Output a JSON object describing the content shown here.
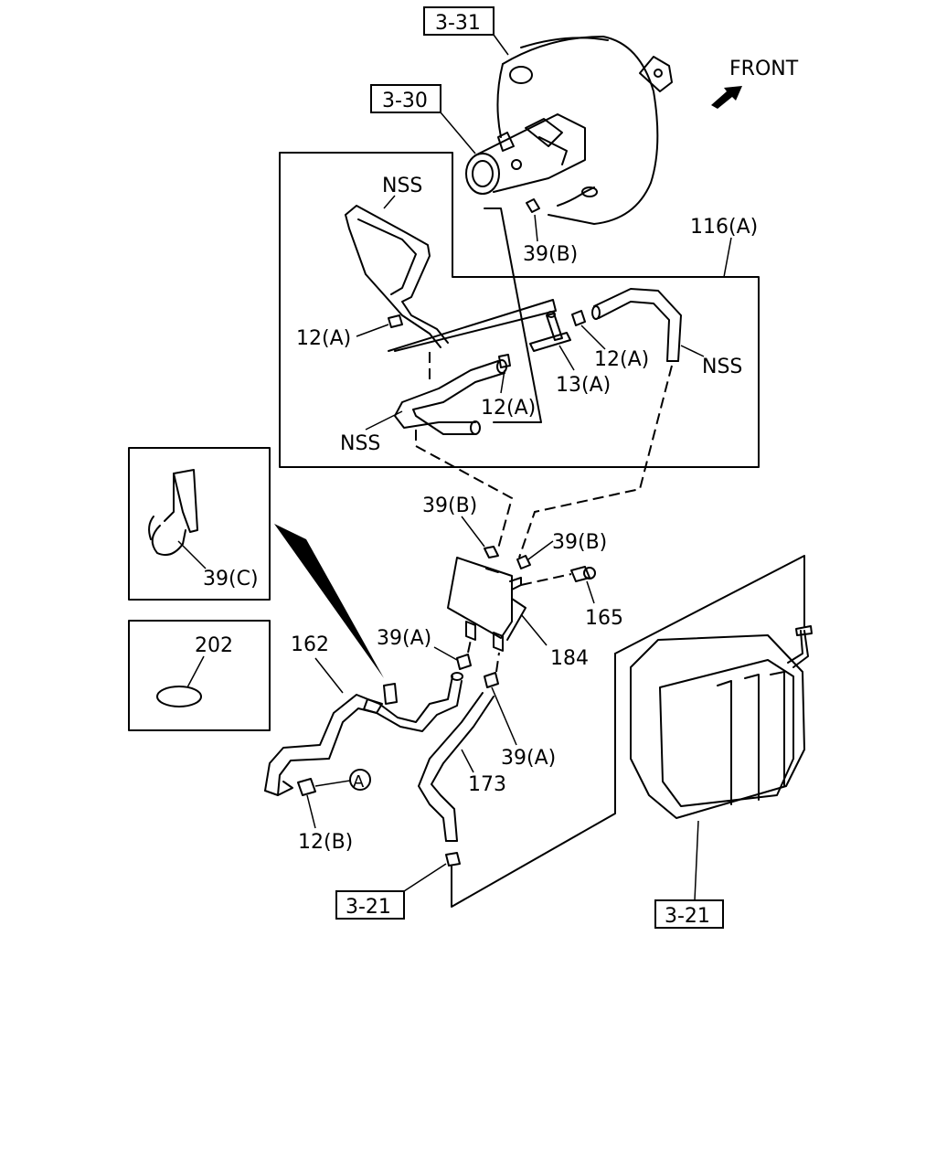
{
  "labels": {
    "ref_3_31": "3-31",
    "ref_3_30": "3-30",
    "front": "FRONT",
    "nss_top": "NSS",
    "p116a": "116(A)",
    "p39b_top": "39(B)",
    "p12a_left": "12(A)",
    "p12a_right": "12(A)",
    "p12a_mid": "12(A)",
    "p13a": "13(A)",
    "nss_right": "NSS",
    "nss_left": "NSS",
    "p39b_left": "39(B)",
    "p39b_right": "39(B)",
    "p39c": "39(C)",
    "p165": "165",
    "p202": "202",
    "p162": "162",
    "p39a_left": "39(A)",
    "p184": "184",
    "p39a_right": "39(A)",
    "p173": "173",
    "callout_a": "A",
    "p12b": "12(B)",
    "ref_3_21_left": "3-21",
    "ref_3_21_right": "3-21"
  }
}
